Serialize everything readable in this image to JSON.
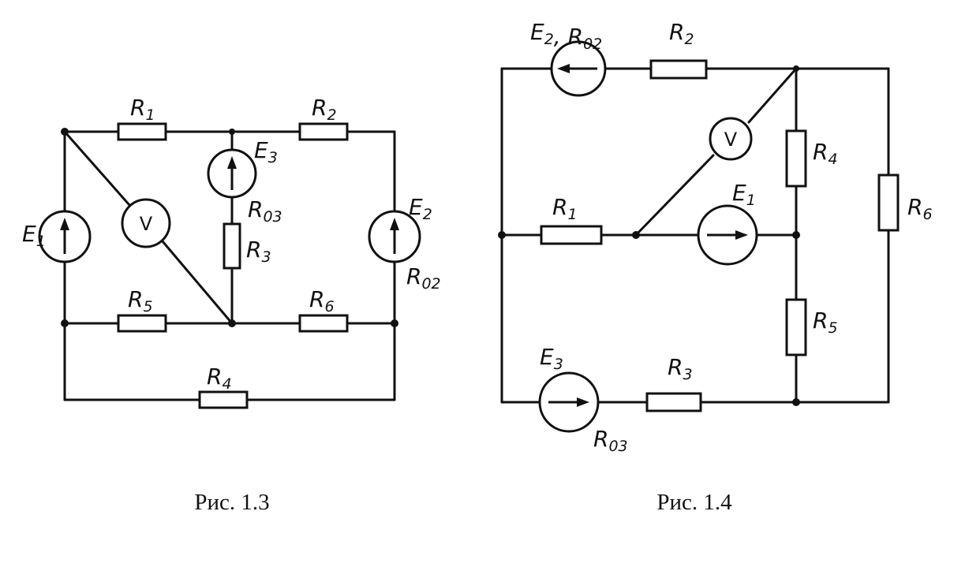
{
  "figures": [
    {
      "caption": "Рис. 1.3",
      "labels": {
        "r1": "R1",
        "r2": "R2",
        "r3": "R3",
        "r4": "R4",
        "r5": "R5",
        "r6": "R6",
        "e1": "E1",
        "e2": "E2",
        "e3": "E3",
        "r02": "R02",
        "r03": "R03",
        "v": "V"
      }
    },
    {
      "caption": "Рис. 1.4",
      "labels": {
        "e2r02": "E2, R02",
        "r2": "R2",
        "r4": "R4",
        "r6": "R6",
        "r1": "R1",
        "e1": "E1",
        "r5": "R5",
        "e3": "E3",
        "r3": "R3",
        "r03": "R03",
        "v": "V"
      }
    }
  ]
}
